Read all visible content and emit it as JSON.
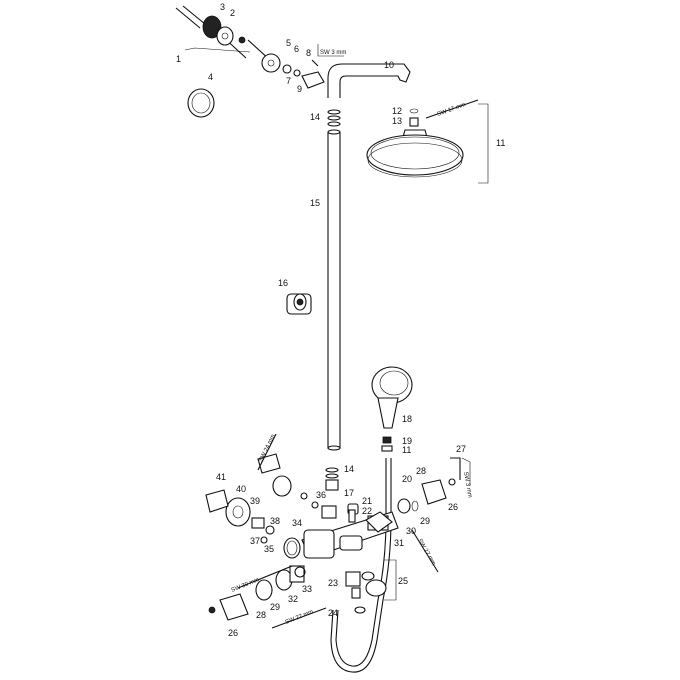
{
  "diagram": {
    "part_numbers": [
      "1",
      "2",
      "3",
      "4",
      "5",
      "6",
      "7",
      "8",
      "9",
      "10",
      "11",
      "12",
      "13",
      "14",
      "15",
      "16",
      "17",
      "18",
      "19",
      "20",
      "21",
      "22",
      "23",
      "24",
      "25",
      "26",
      "27",
      "28",
      "29",
      "30",
      "31",
      "32",
      "33",
      "34",
      "35",
      "36",
      "37",
      "38",
      "39",
      "40",
      "41"
    ],
    "wrench_labels": {
      "sw3_top": "SW 3 mm",
      "sw17": "SW 17 mm",
      "sw24": "SW 24 mm",
      "sw3_right": "SW 3 mm",
      "sw27": "SW 27 mm",
      "sw30": "SW 30 mm",
      "sw22": "SW 22 mm"
    }
  }
}
